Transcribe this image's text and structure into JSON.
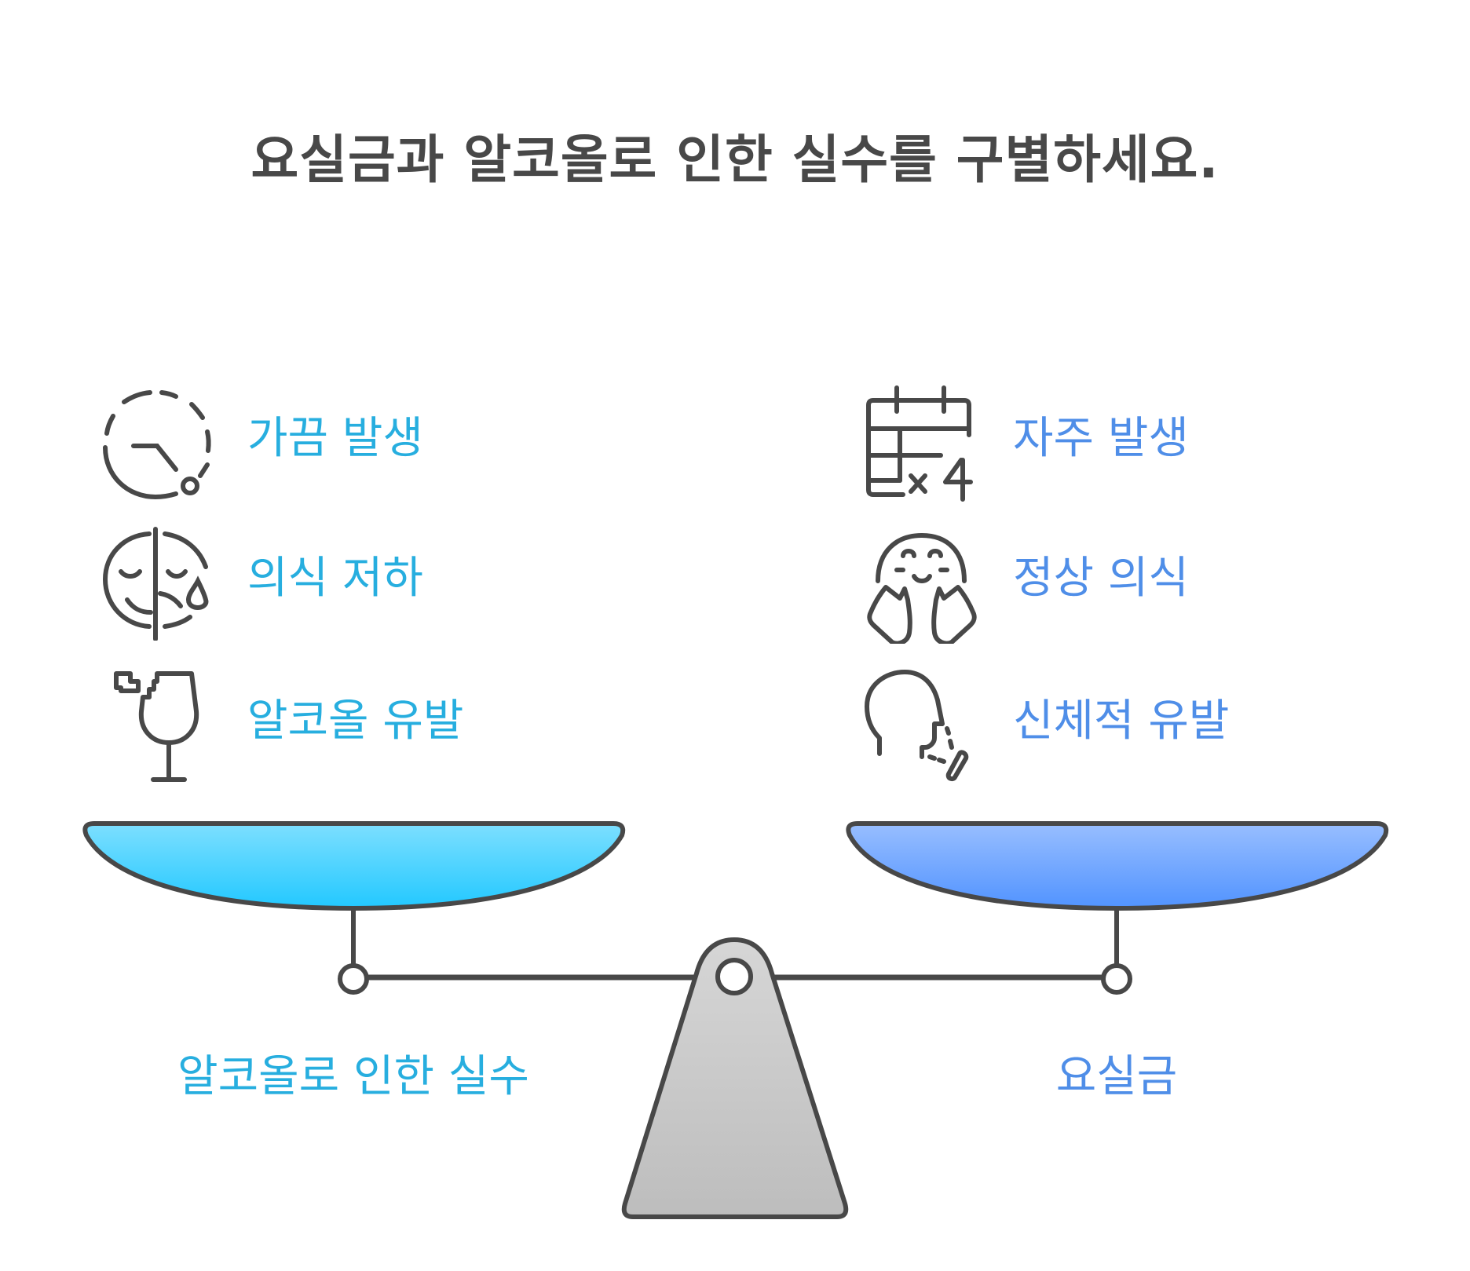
{
  "title": "요실금과 알코올로 인한 실수를 구별하세요.",
  "colors": {
    "left_accent": "#27AEDF",
    "right_accent": "#4F8EE8",
    "stroke": "#484848",
    "left_pan_top": "#7DDFFF",
    "left_pan_bottom": "#22C8FF",
    "right_pan_top": "#98BEFF",
    "right_pan_bottom": "#5193FF",
    "fulcrum_top": "#D6D6D6",
    "fulcrum_bottom": "#BDBDBD"
  },
  "left_side": {
    "title": "알코올로 인한 실수",
    "items": [
      {
        "icon": "dashed-clock-icon",
        "label": "가끔 발생"
      },
      {
        "icon": "half-sad-face-icon",
        "label": "의식 저하"
      },
      {
        "icon": "broken-wine-glass-icon",
        "label": "알코올 유발"
      }
    ]
  },
  "right_side": {
    "title": "요실금",
    "items": [
      {
        "icon": "calendar-x4-icon",
        "label": "자주 발생"
      },
      {
        "icon": "smiling-face-hands-icon",
        "label": "정상 의식"
      },
      {
        "icon": "coughing-head-icon",
        "label": "신체적 유발"
      }
    ]
  }
}
